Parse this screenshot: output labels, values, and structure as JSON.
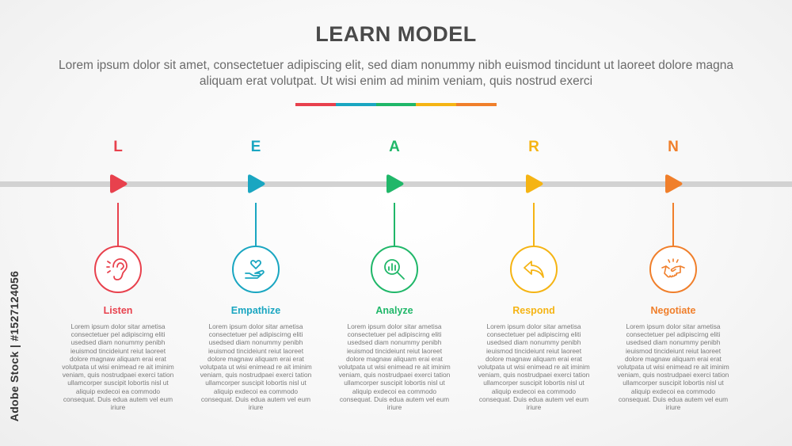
{
  "header": {
    "title": "LEARN MODEL",
    "subtitle": "Lorem ipsum dolor sit amet, consectetuer adipiscing elit, sed diam nonummy nibh euismod tincidunt ut laoreet dolore magna aliquam erat volutpat. Ut wisi enim ad minim veniam, quis nostrud exerci",
    "accent_colors": [
      "#e8414d",
      "#1aa6c1",
      "#20b769",
      "#f5b414",
      "#f07f2b"
    ]
  },
  "steps": [
    {
      "letter": "L",
      "label": "Listen",
      "color": "#e8414d",
      "icon": "ear-icon",
      "description": "Lorem ipsum dolor sitar ametisa consectetuer pel adipiscirng eliti usedsed diam nonummy penibh ieuismod tincideiunt reiut laoreet dolore magnaw aliquam erai erat volutpata ut wisi enimead re ait iminim veniam, quis nostrudpaei exerci tation ullamcorper suscipit lobortis nisl ut aliquip exdecoi ea commodo consequat. Duis edua autem vel eum iriure"
    },
    {
      "letter": "E",
      "label": "Empathize",
      "color": "#1aa6c1",
      "icon": "heart-hand-icon",
      "description": "Lorem ipsum dolor sitar ametisa consectetuer pel adipiscirng eliti usedsed diam nonummy penibh ieuismod tincideiunt reiut laoreet dolore magnaw aliquam erai erat volutpata ut wisi enimead re ait iminim veniam, quis nostrudpaei exerci tation ullamcorper suscipit lobortis nisl ut aliquip exdecoi ea commodo consequat. Duis edua autem vel eum iriure"
    },
    {
      "letter": "A",
      "label": "Analyze",
      "color": "#20b769",
      "icon": "magnifier-chart-icon",
      "description": "Lorem ipsum dolor sitar ametisa consectetuer pel adipiscirng eliti usedsed diam nonummy penibh ieuismod tincideiunt reiut laoreet dolore magnaw aliquam erai erat volutpata ut wisi enimead re ait iminim veniam, quis nostrudpaei exerci tation ullamcorper suscipit lobortis nisl ut aliquip exdecoi ea commodo consequat. Duis edua autem vel eum iriure"
    },
    {
      "letter": "R",
      "label": "Respond",
      "color": "#f5b414",
      "icon": "reply-arrow-icon",
      "description": "Lorem ipsum dolor sitar ametisa consectetuer pel adipiscirng eliti usedsed diam nonummy penibh ieuismod tincideiunt reiut laoreet dolore magnaw aliquam erai erat volutpata ut wisi enimead re ait iminim veniam, quis nostrudpaei exerci tation ullamcorper suscipit lobortis nisl ut aliquip exdecoi ea commodo consequat. Duis edua autem vel eum iriure"
    },
    {
      "letter": "N",
      "label": "Negotiate",
      "color": "#f07f2b",
      "icon": "handshake-icon",
      "description": "Lorem ipsum dolor sitar ametisa consectetuer pel adipiscirng eliti usedsed diam nonummy penibh ieuismod tincideiunt reiut laoreet dolore magnaw aliquam erai erat volutpata ut wisi enimead re ait iminim veniam, quis nostrudpaei exerci tation ullamcorper suscipit lobortis nisl ut aliquip exdecoi ea commodo consequat. Duis edua autem vel eum iriure"
    }
  ],
  "watermark": {
    "text": "Adobe Stock | #1527124056"
  }
}
